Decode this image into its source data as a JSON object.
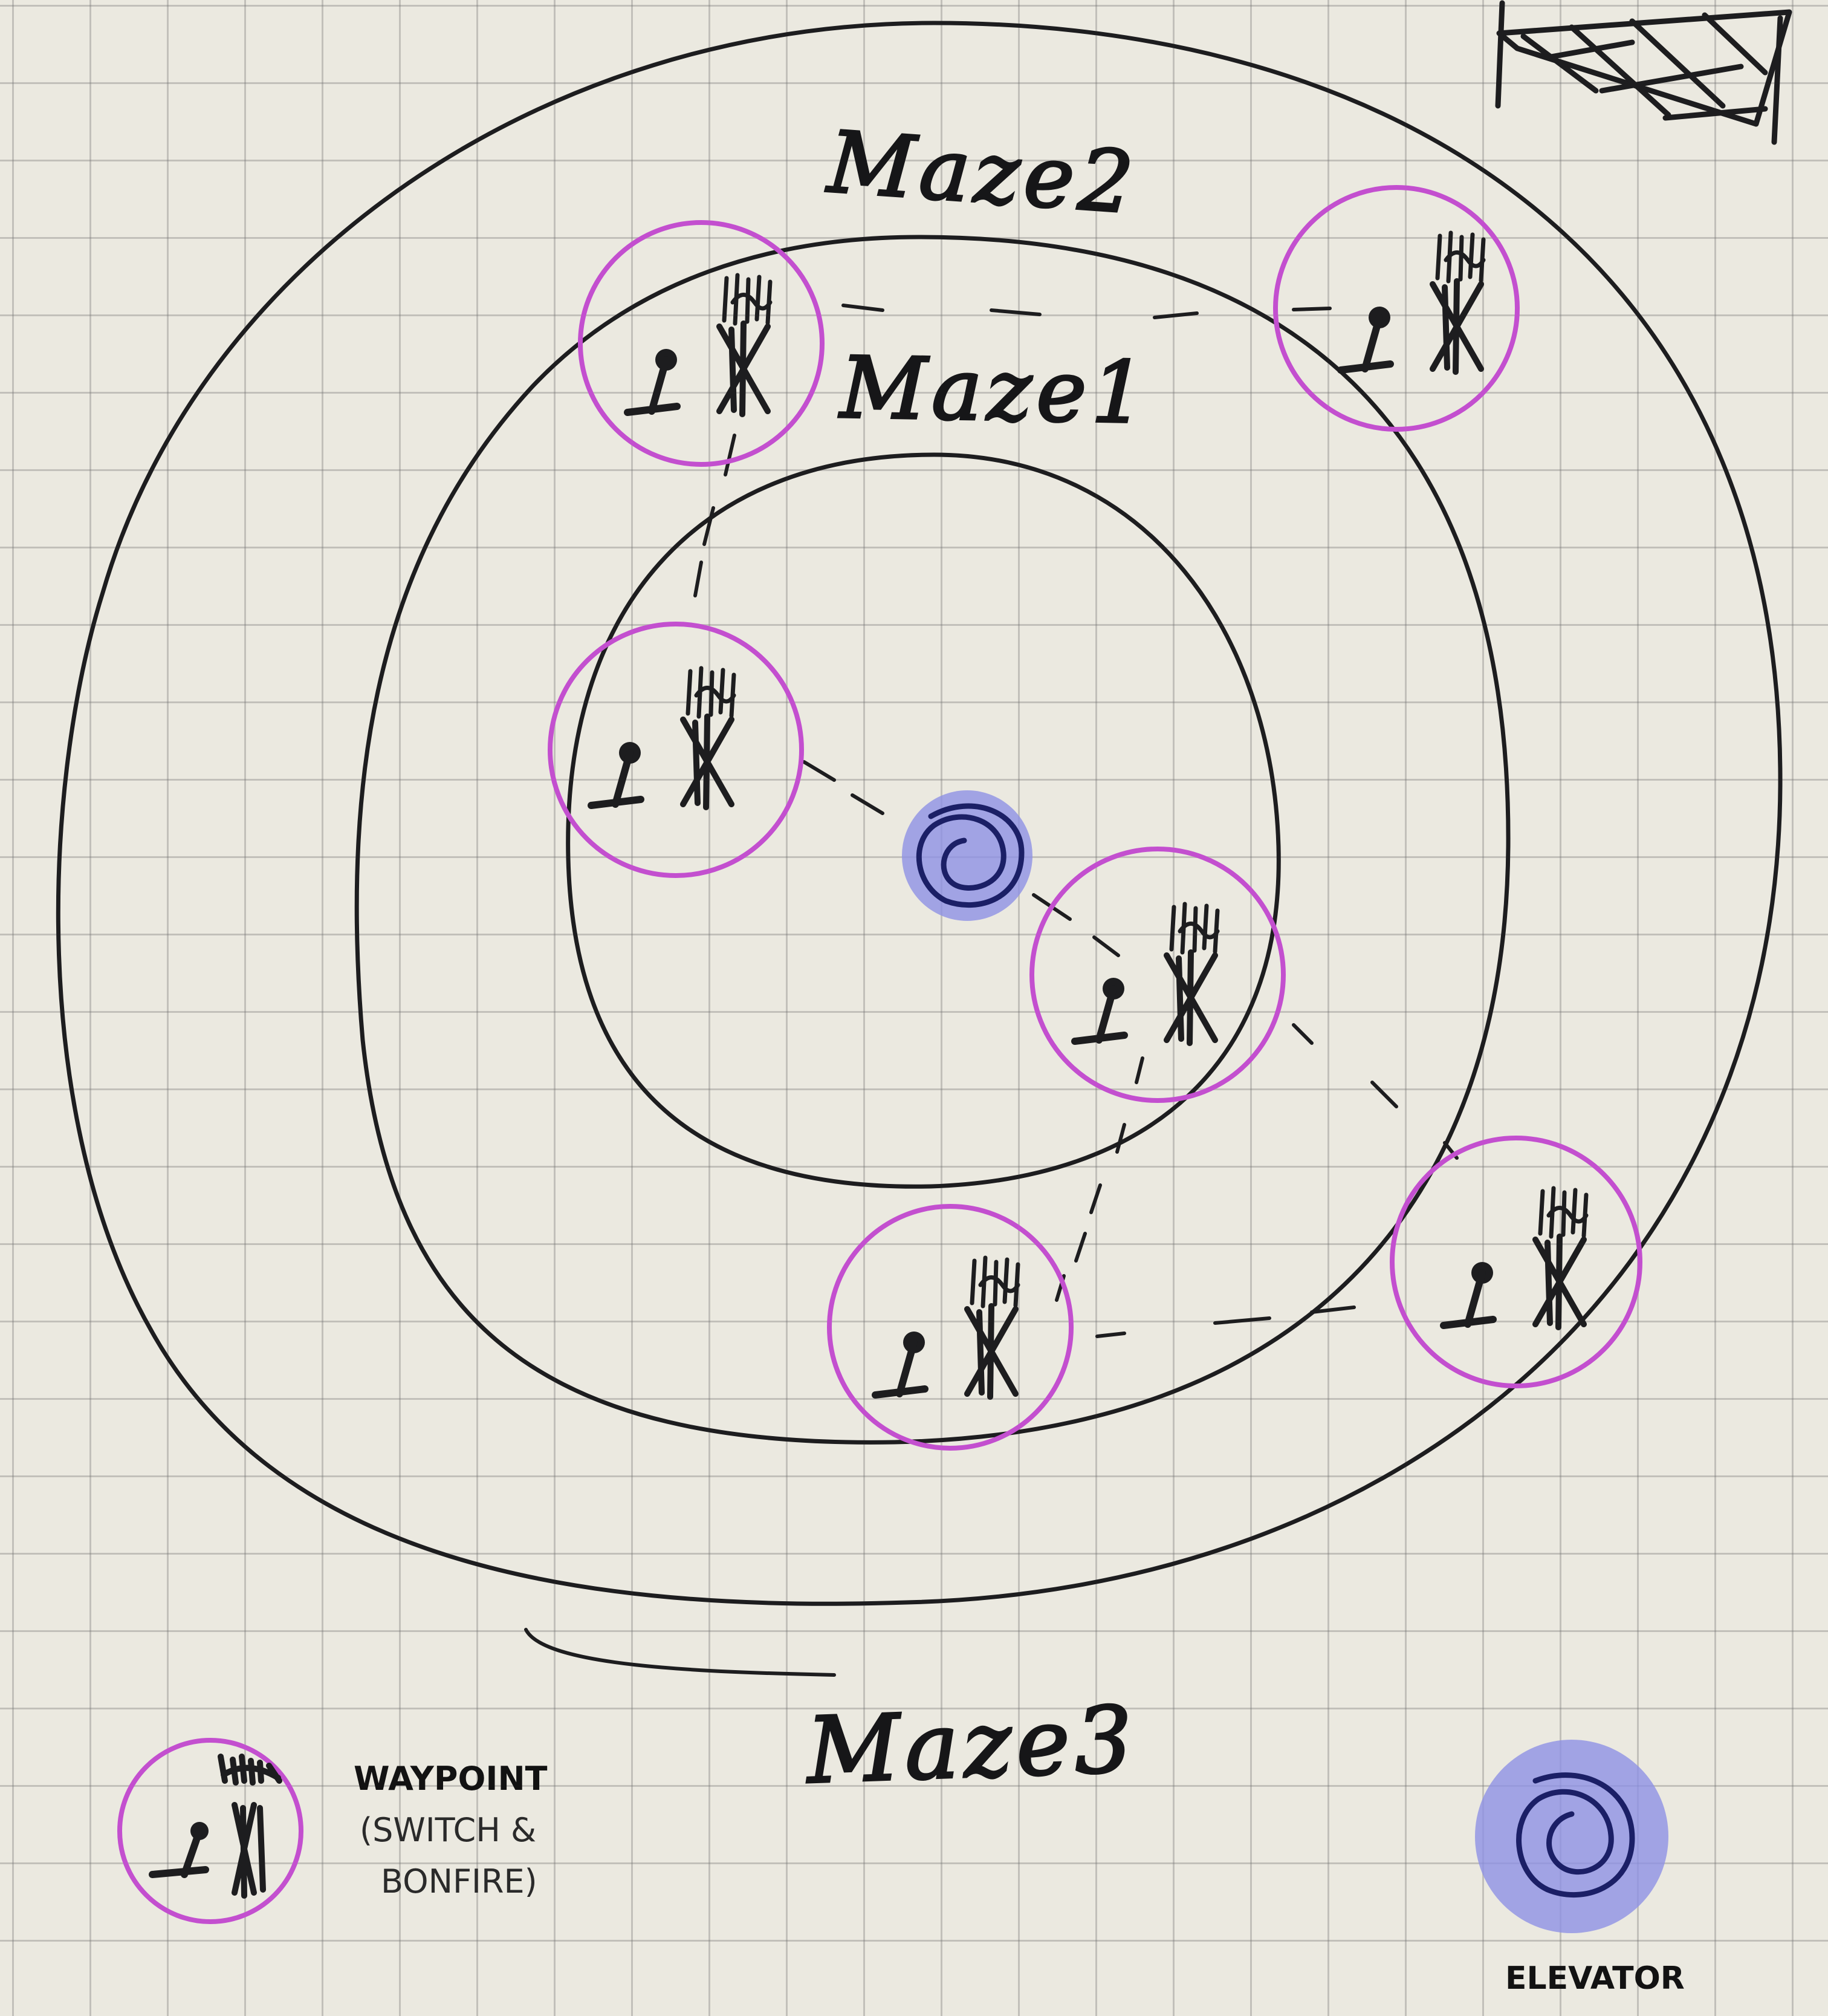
{
  "labels": {
    "maze_1": "Maze1",
    "maze_2": "Maze2",
    "maze_3": "Maze3"
  },
  "legend": {
    "waypoint_title": "WAYPOINT",
    "waypoint_sub_line1": "(SWITCH &",
    "waypoint_sub_line2": "BONFIRE)",
    "elevator_title": "ELEVATOR"
  },
  "icons": {
    "waypoint": "waypoint-icon",
    "elevator": "elevator-icon",
    "crossed_square": "crossed-square-icon"
  },
  "colors": {
    "waypoint_ring": "#c34fcf",
    "elevator_fill": "#8c8fe6",
    "elevator_stroke": "#1b1f66",
    "ink": "#1d1d1f",
    "paper": "#ebe9e0"
  }
}
